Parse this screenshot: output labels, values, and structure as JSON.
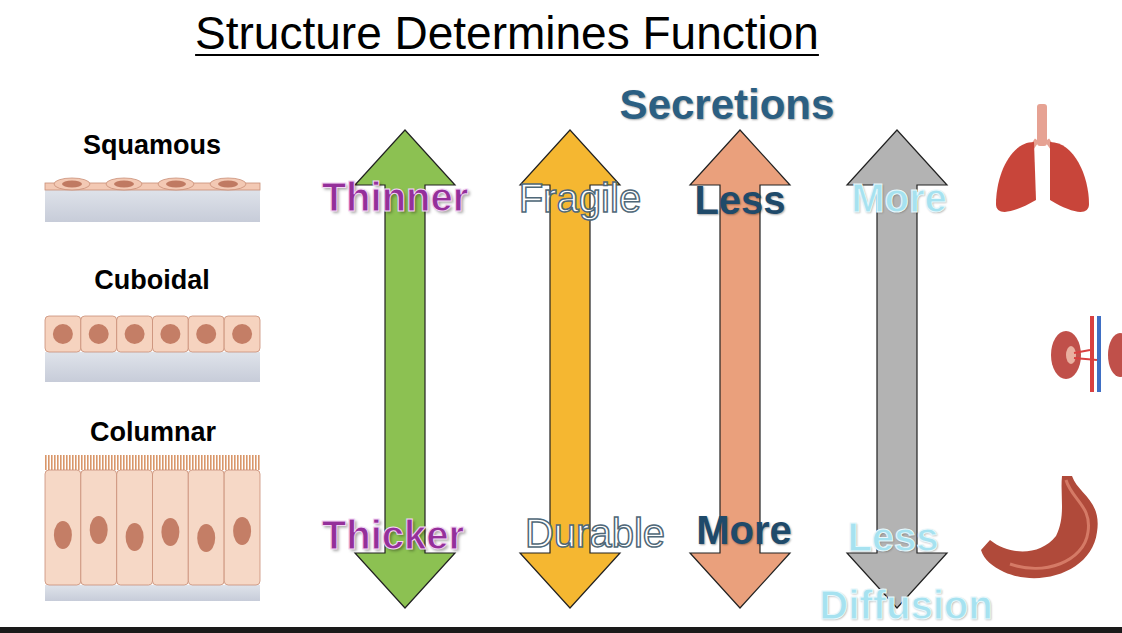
{
  "diagram": {
    "title": "Structure Determines Function",
    "labels": [
      "Secretions",
      "Squamous",
      "Thinner",
      "Fragile",
      "Less",
      "More",
      "Cuboidal",
      "Columnar",
      "Thicker",
      "Durable",
      "More",
      "Less",
      "Diffusion"
    ]
  }
}
